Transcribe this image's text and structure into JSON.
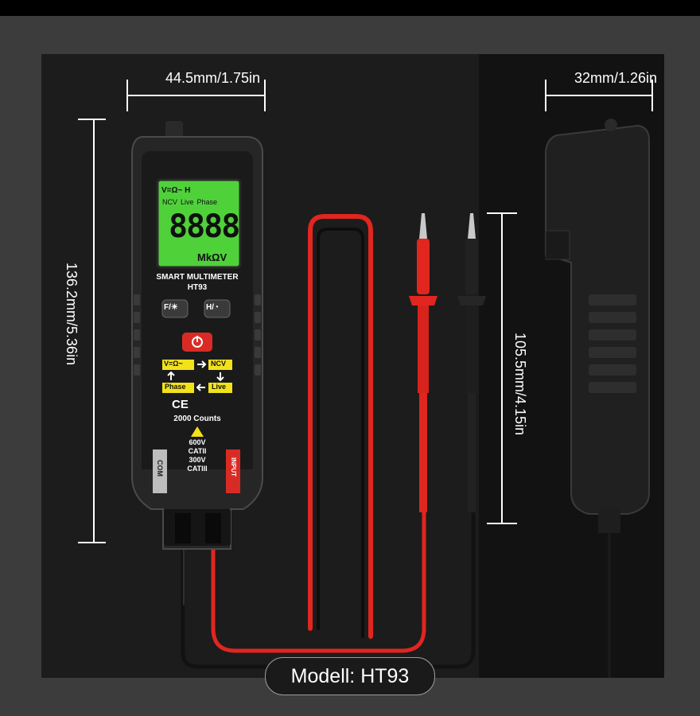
{
  "dimensions": {
    "width_front": "44.5mm/1.75in",
    "width_side": "32mm/1.26in",
    "height_body": "136.2mm/5.36in",
    "height_probe": "105.5mm/4.15in"
  },
  "device": {
    "display_top": "V=Ω~  H",
    "display_modes": [
      "NCV",
      "Live",
      "Phase"
    ],
    "display_digits": "8888",
    "display_units": "MkΩV",
    "name": "SMART MULTIMETER",
    "model": "HT93",
    "button_f": "F/☀",
    "button_h": "H/◔",
    "mode_v": "V=Ω~",
    "mode_ncv": "NCV",
    "mode_phase": "Phase",
    "mode_live": "Live",
    "cert": "CE",
    "counts": "2000 Counts",
    "rating_1": "600V",
    "rating_2": "CATII",
    "rating_3": "300V",
    "rating_4": "CATIII",
    "jack_com": "COM",
    "jack_input": "INPUT"
  },
  "caption": "Modell: HT93",
  "colors": {
    "lcd": "#4fd13a",
    "lead_red": "#e0261f",
    "lead_black": "#1a1a1a",
    "label_yellow": "#f2e21c",
    "power_red": "#d92b25"
  }
}
